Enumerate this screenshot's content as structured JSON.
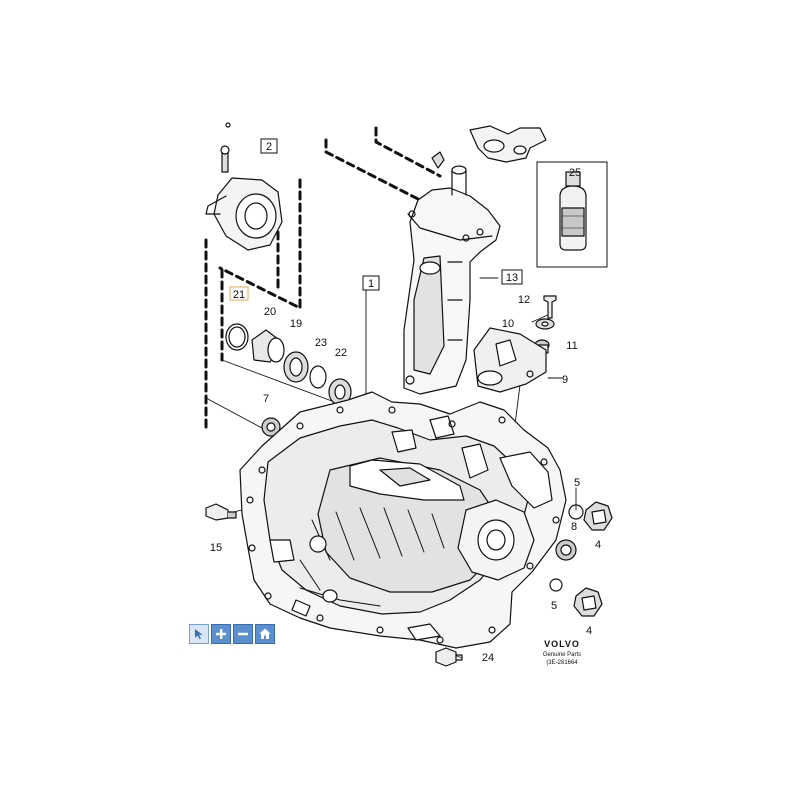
{
  "diagram": {
    "callouts": {
      "c1": "1",
      "c2": "2",
      "c4a": "4",
      "c4b": "4",
      "c5a": "5",
      "c5b": "5",
      "c7": "7",
      "c8": "8",
      "c9": "9",
      "c10": "10",
      "c11": "11",
      "c12": "12",
      "c13": "13",
      "c15": "15",
      "c19": "19",
      "c20": "20",
      "c21": "21",
      "c22": "22",
      "c23": "23",
      "c24": "24",
      "c25": "25"
    },
    "brand": {
      "name": "VOLVO",
      "tagline": "Genuine Parts",
      "ref": "(3E-281664"
    }
  },
  "toolbar": {
    "buttons": [
      {
        "icon": "pointer-icon",
        "active": true
      },
      {
        "icon": "plus-icon",
        "active": false
      },
      {
        "icon": "minus-icon",
        "active": false
      },
      {
        "icon": "home-icon",
        "active": false
      }
    ]
  }
}
